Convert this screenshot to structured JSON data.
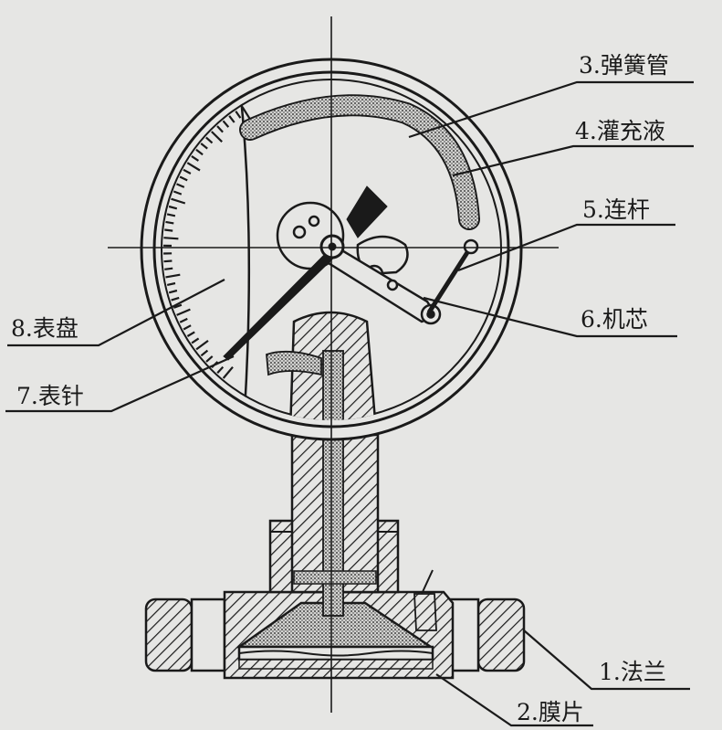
{
  "labels": {
    "spring_tube": "3.弹簧管",
    "fill_liquid": "4.灌充液",
    "link_rod": "5.连杆",
    "movement": "6.机芯",
    "dial": "8.表盘",
    "pointer": "7.表针",
    "flange": "1.法兰",
    "diaphragm": "2.膜片"
  },
  "colors": {
    "background": "#e6e6e4",
    "ink": "#1a1a1a"
  }
}
